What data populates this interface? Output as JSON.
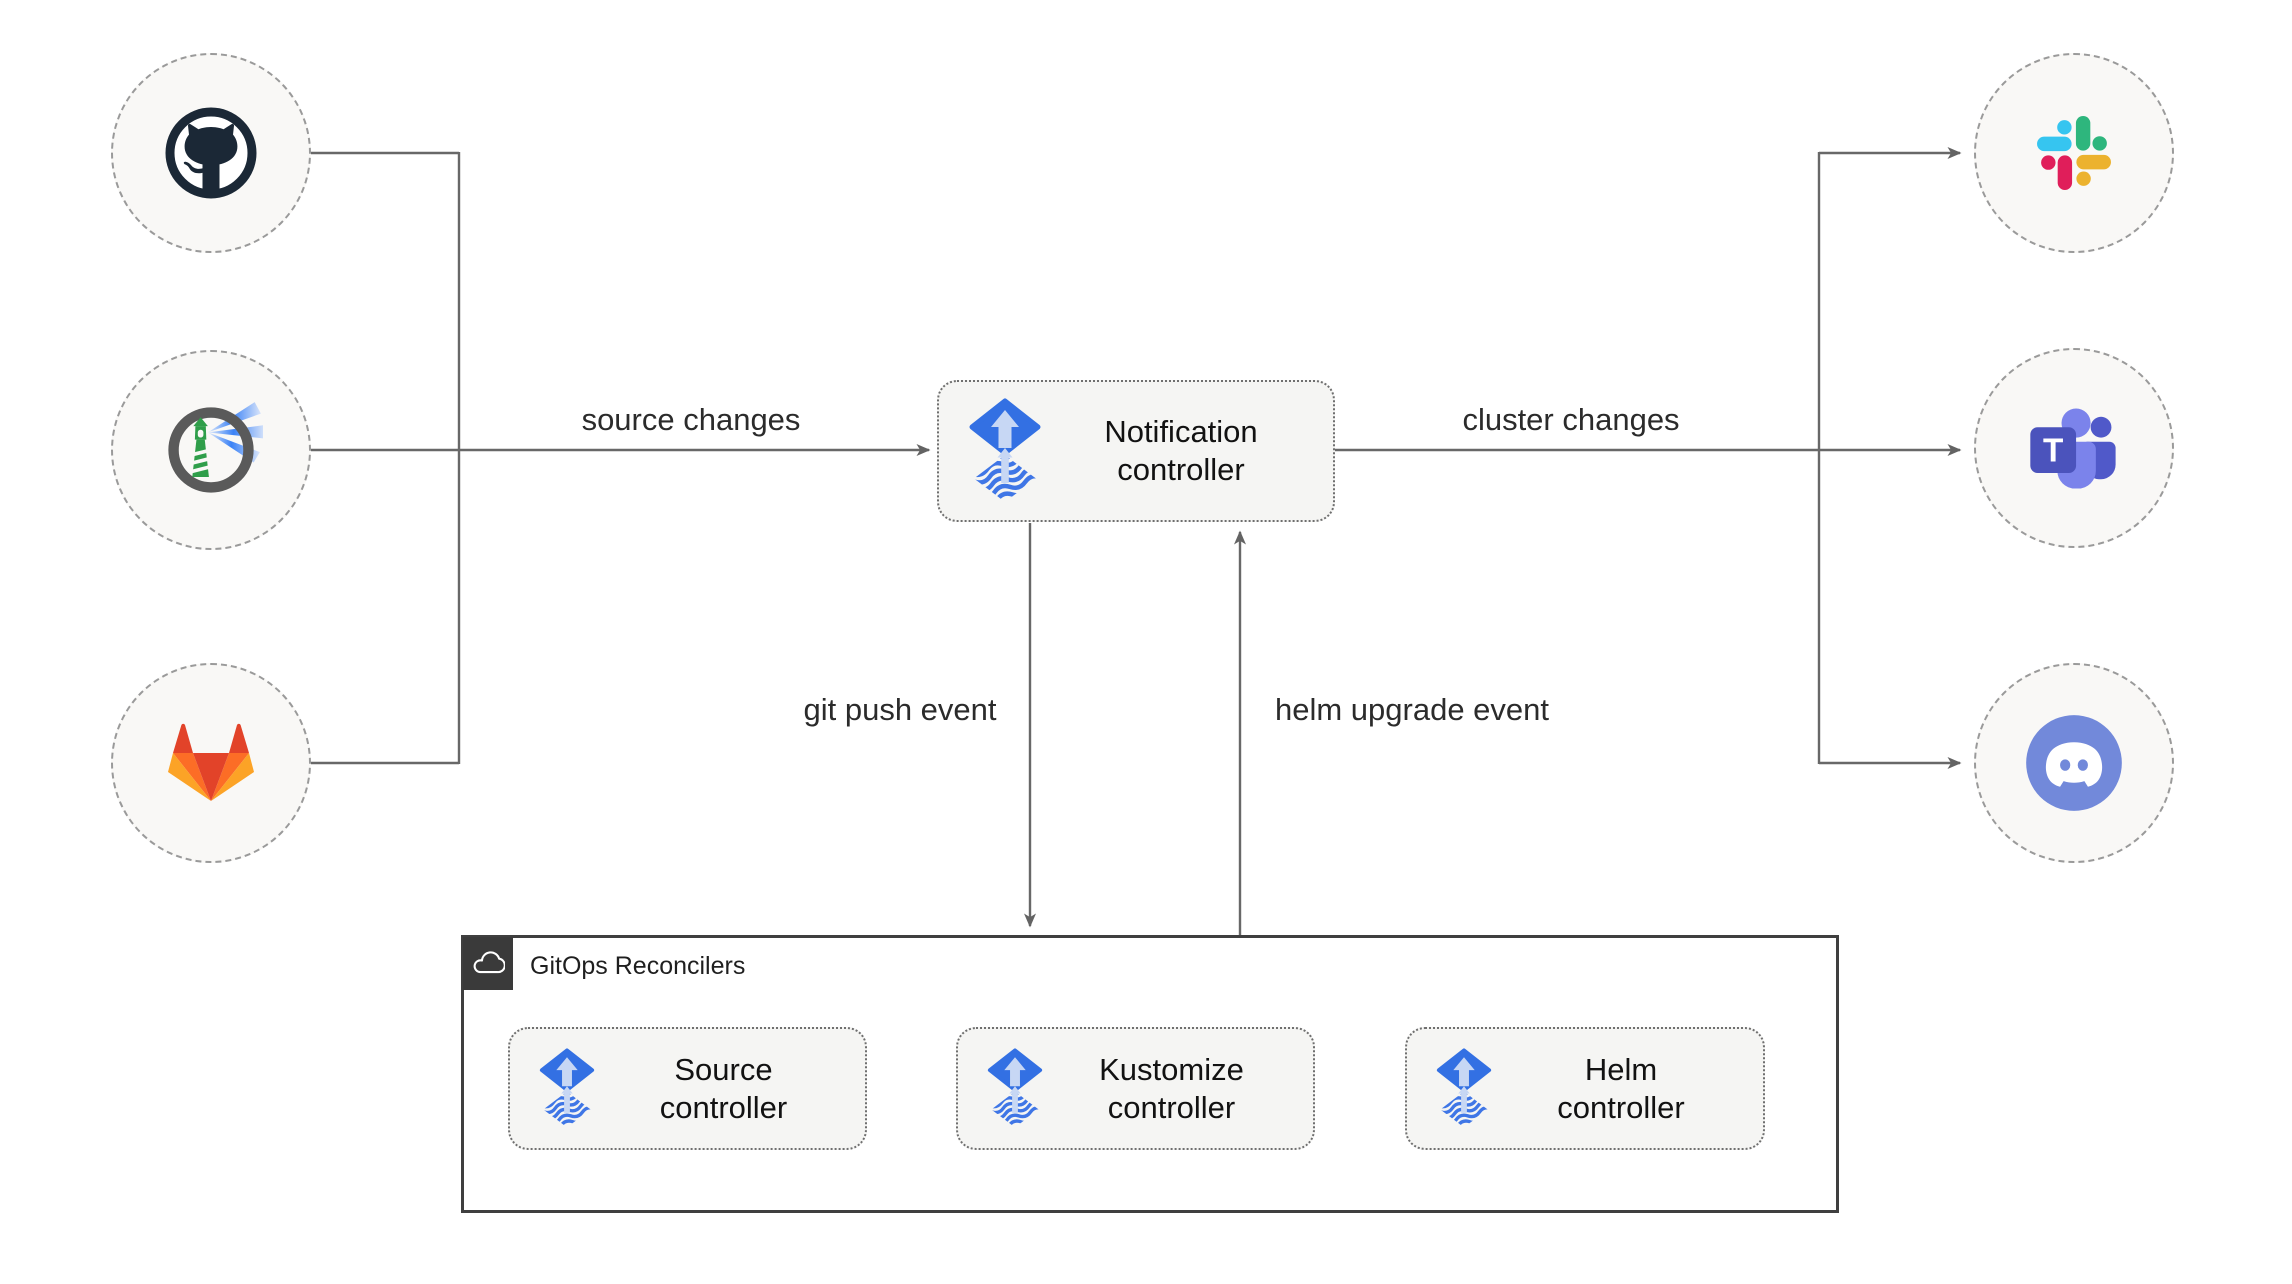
{
  "notification_controller": {
    "label": "Notification controller",
    "icon": "flux-icon"
  },
  "edges": {
    "source_changes": "source changes",
    "cluster_changes": "cluster changes",
    "git_push_event": "git push event",
    "helm_upgrade_event": "helm upgrade event"
  },
  "nodes": {
    "sources": [
      {
        "name": "GitHub",
        "icon": "github-icon"
      },
      {
        "name": "Harbor",
        "icon": "harbor-icon"
      },
      {
        "name": "GitLab",
        "icon": "gitlab-icon"
      }
    ],
    "targets": [
      {
        "name": "Slack",
        "icon": "slack-icon"
      },
      {
        "name": "Microsoft Teams",
        "icon": "teams-icon"
      },
      {
        "name": "Discord",
        "icon": "discord-icon"
      }
    ]
  },
  "reconcilers": {
    "title": "GitOps Reconcilers",
    "icon": "cloud-icon",
    "controllers": [
      {
        "label": "Source controller",
        "icon": "flux-icon"
      },
      {
        "label": "Kustomize controller",
        "icon": "flux-icon"
      },
      {
        "label": "Helm controller",
        "icon": "flux-icon"
      }
    ]
  },
  "colors": {
    "line": "#686868",
    "box_bg": "#f5f5f3",
    "node_bg": "#f9f8f6",
    "flux_blue": "#3370e3",
    "flux_pale": "#c7d7f4",
    "github_dark": "#1b2836",
    "harbor_green": "#2f9e4a",
    "beam_blue": "#3b82f6",
    "gitlab": [
      "#e24329",
      "#fc6d26",
      "#fca326"
    ],
    "slack": [
      "#36c5f0",
      "#2eb67d",
      "#ecb22e",
      "#e01e5a"
    ],
    "teams_purple": [
      "#4b53bc",
      "#7b83eb",
      "#5059c9"
    ],
    "discord_blurple": "#7289da",
    "group_border": "#3f3f3f",
    "tab_bg": "#3a3a3a"
  }
}
